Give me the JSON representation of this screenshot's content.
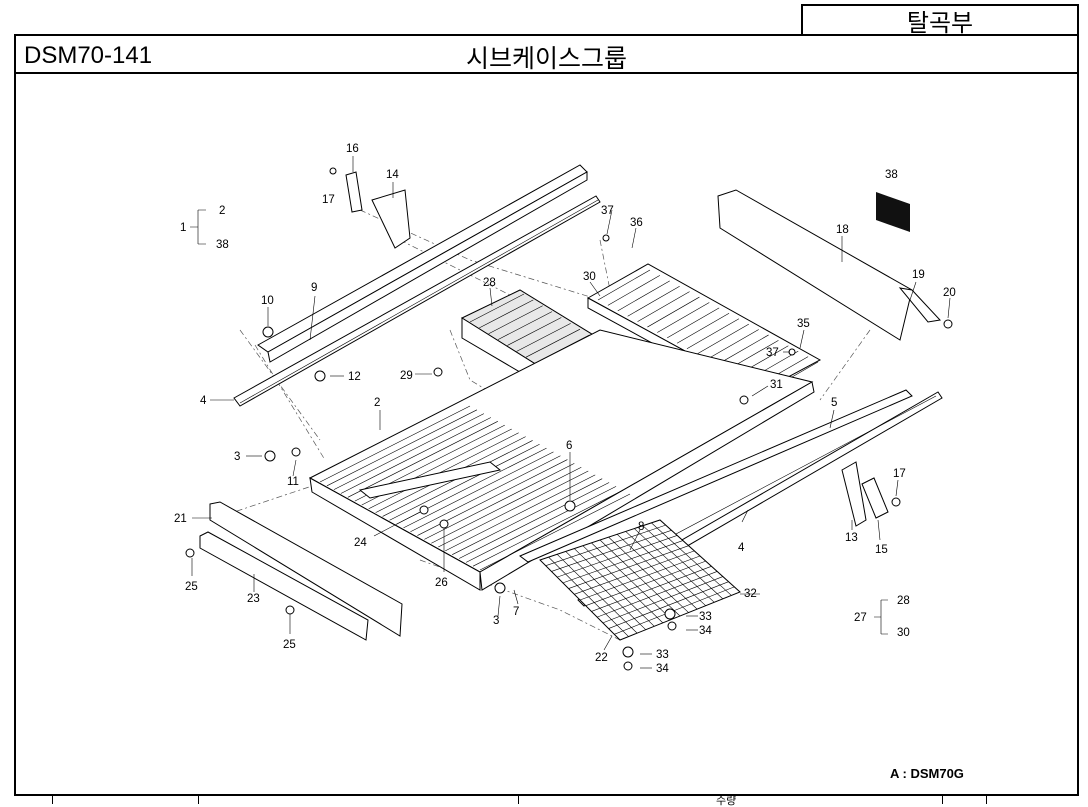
{
  "section": "탈곡부",
  "header": {
    "code": "DSM70-141",
    "title": "시브케이스그룹"
  },
  "model_note": "A : DSM70G",
  "footer_fragment": "수량",
  "callouts": [
    {
      "id": "c1",
      "label": "1"
    },
    {
      "id": "c2",
      "label": "2"
    },
    {
      "id": "c2b",
      "label": "2"
    },
    {
      "id": "c3a",
      "label": "3"
    },
    {
      "id": "c3b",
      "label": "3"
    },
    {
      "id": "c4a",
      "label": "4"
    },
    {
      "id": "c4b",
      "label": "4"
    },
    {
      "id": "c5",
      "label": "5"
    },
    {
      "id": "c6",
      "label": "6"
    },
    {
      "id": "c7",
      "label": "7"
    },
    {
      "id": "c8",
      "label": "8"
    },
    {
      "id": "c9",
      "label": "9"
    },
    {
      "id": "c10",
      "label": "10"
    },
    {
      "id": "c11",
      "label": "11"
    },
    {
      "id": "c12",
      "label": "12"
    },
    {
      "id": "c13",
      "label": "13"
    },
    {
      "id": "c14",
      "label": "14"
    },
    {
      "id": "c15",
      "label": "15"
    },
    {
      "id": "c16",
      "label": "16"
    },
    {
      "id": "c17a",
      "label": "17"
    },
    {
      "id": "c17b",
      "label": "17"
    },
    {
      "id": "c18",
      "label": "18"
    },
    {
      "id": "c19",
      "label": "19"
    },
    {
      "id": "c20",
      "label": "20"
    },
    {
      "id": "c21",
      "label": "21"
    },
    {
      "id": "c22",
      "label": "22"
    },
    {
      "id": "c23",
      "label": "23"
    },
    {
      "id": "c24",
      "label": "24"
    },
    {
      "id": "c25a",
      "label": "25"
    },
    {
      "id": "c25b",
      "label": "25"
    },
    {
      "id": "c26",
      "label": "26"
    },
    {
      "id": "c27",
      "label": "27"
    },
    {
      "id": "c28a",
      "label": "28"
    },
    {
      "id": "c28b",
      "label": "28"
    },
    {
      "id": "c29",
      "label": "29"
    },
    {
      "id": "c30a",
      "label": "30"
    },
    {
      "id": "c30b",
      "label": "30"
    },
    {
      "id": "c31",
      "label": "31"
    },
    {
      "id": "c32",
      "label": "32"
    },
    {
      "id": "c33a",
      "label": "33"
    },
    {
      "id": "c33b",
      "label": "33"
    },
    {
      "id": "c34a",
      "label": "34"
    },
    {
      "id": "c34b",
      "label": "34"
    },
    {
      "id": "c35",
      "label": "35"
    },
    {
      "id": "c36",
      "label": "36"
    },
    {
      "id": "c37a",
      "label": "37"
    },
    {
      "id": "c37b",
      "label": "37"
    },
    {
      "id": "c38a",
      "label": "38"
    },
    {
      "id": "c38b",
      "label": "38"
    }
  ]
}
